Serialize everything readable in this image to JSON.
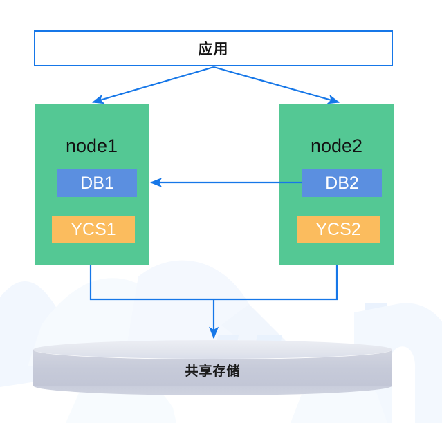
{
  "diagram": {
    "title_box": {
      "label": "应用"
    },
    "nodes": [
      {
        "title": "node1",
        "db_label": "DB1",
        "ycs_label": "YCS1"
      },
      {
        "title": "node2",
        "db_label": "DB2",
        "ycs_label": "YCS2"
      }
    ],
    "storage": {
      "label": "共享存储"
    },
    "colors": {
      "arrow": "#1677e8",
      "border": "#1677e8",
      "node_fill": "#54c894",
      "db_fill": "#5b8fe0",
      "ycs_fill": "#fbbc5e",
      "storage_fill": "#c6cad9",
      "text_dark": "#141414",
      "text_light": "#ffffff",
      "background": "#ffffff",
      "watermark": "#eaf2fd"
    }
  }
}
